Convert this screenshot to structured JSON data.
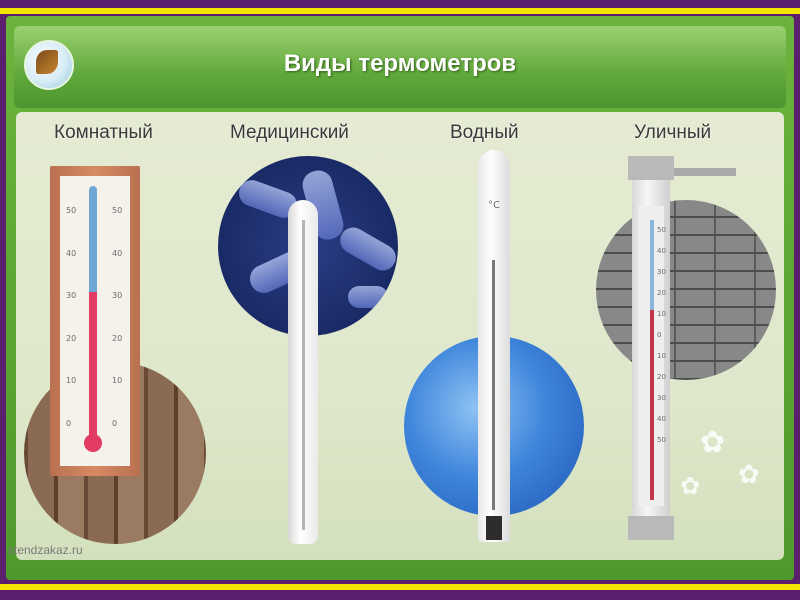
{
  "title": "Виды термометров",
  "thermometers": [
    {
      "label": "Комнатный"
    },
    {
      "label": "Медицинский"
    },
    {
      "label": "Водный"
    },
    {
      "label": "Уличный"
    }
  ],
  "room_scale": {
    "ticks": [
      "50",
      "40",
      "30",
      "20",
      "10",
      "0"
    ]
  },
  "water_unit": "°C",
  "street_scale": {
    "ticks": [
      "50",
      "40",
      "30",
      "20",
      "10",
      "0",
      "10",
      "20",
      "30",
      "40",
      "50"
    ]
  },
  "watermark": "stendzakaz.ru",
  "icons": {
    "logo": "butterfly-globe-icon",
    "decor": "flower-icon"
  },
  "colors": {
    "frame": "#5b1f6e",
    "stripe": "#f2e600",
    "board": "#5fa83a",
    "mercury_red": "#e23c64",
    "mercury_blue": "#6fa6d6"
  }
}
